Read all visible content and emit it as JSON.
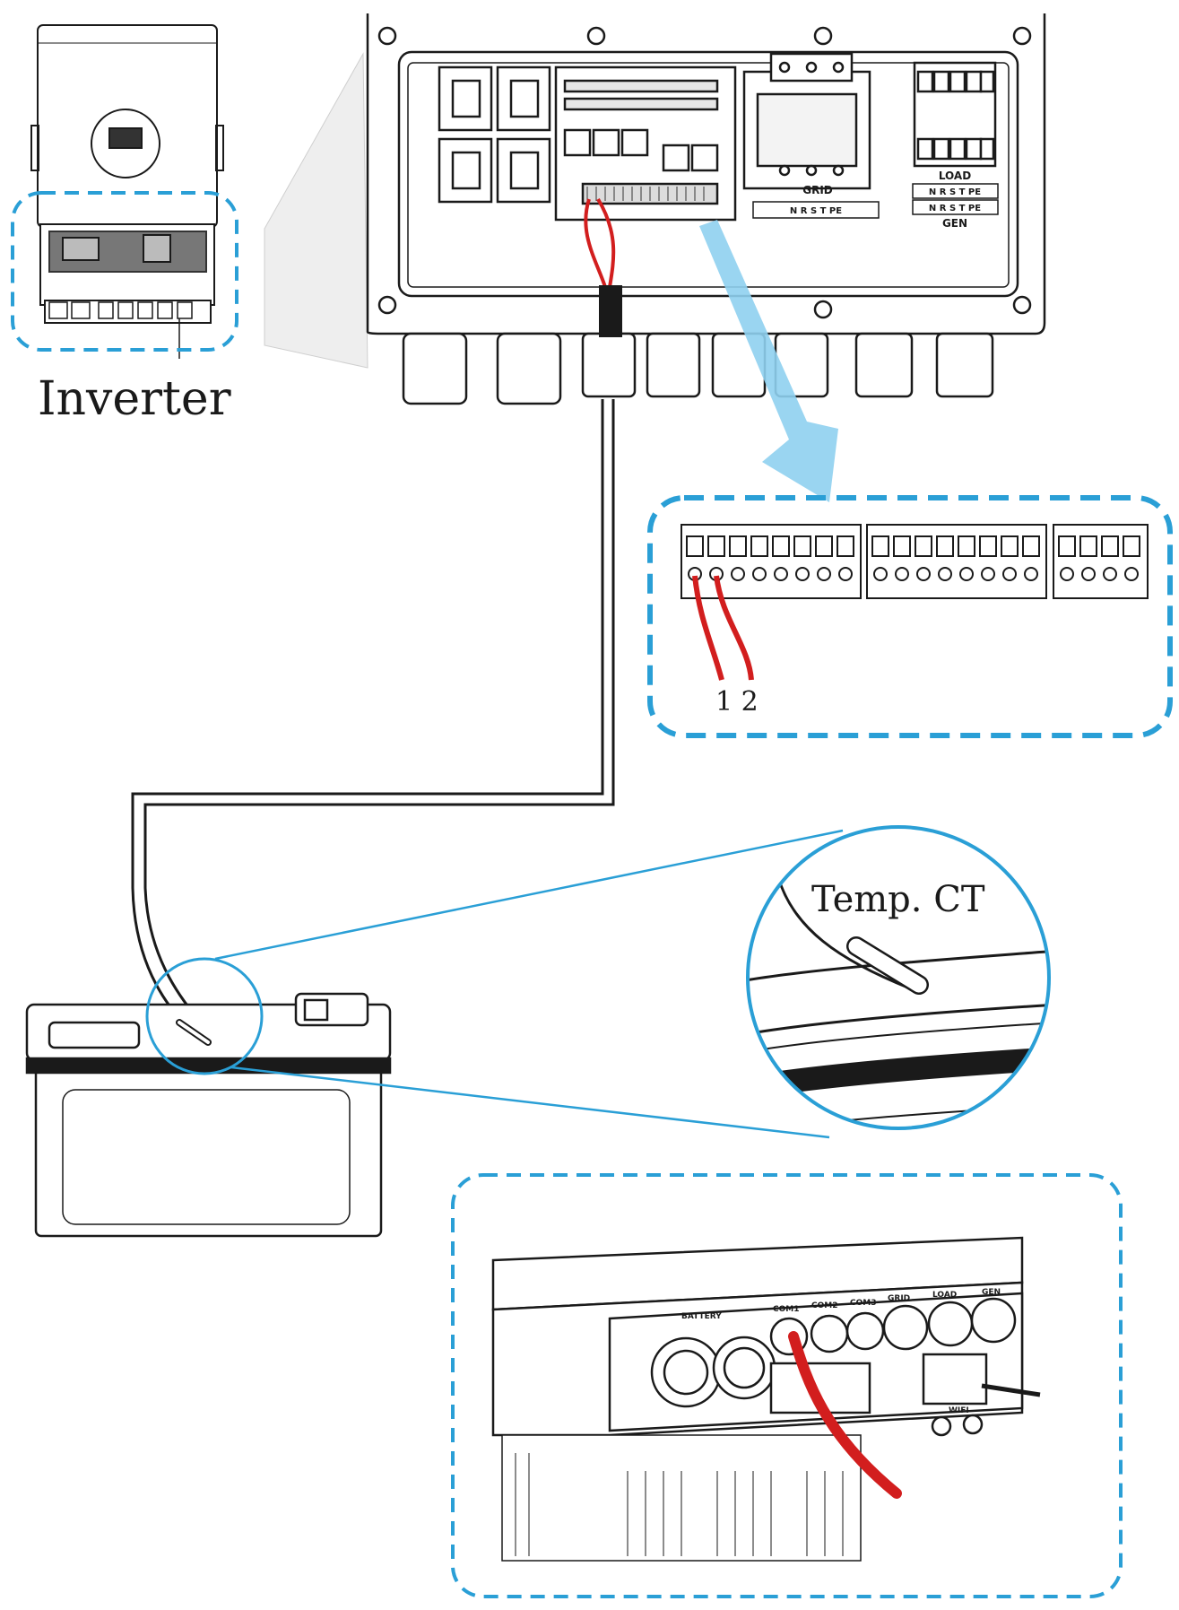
{
  "labels": {
    "inverter": "Inverter",
    "terminal_numbers": "1 2",
    "temp_ct": "Temp. CT",
    "grid": "GRID",
    "load": "LOAD",
    "gen": "GEN",
    "grid_phases": "N R S T PE",
    "load_phases": "N R S T PE",
    "gen_phases": "N R S T PE"
  },
  "bottom_ports": {
    "battery": "BATTERY",
    "com1": "COM1",
    "com2": "COM2",
    "com3": "COM3",
    "grid": "GRID",
    "load": "LOAD",
    "gen": "GEN",
    "wifi": "WIFI"
  },
  "colors": {
    "accent_blue": "#2a9fd6",
    "arrow_blue": "#8fd0f0",
    "wire_red": "#d21e1e",
    "line": "#1a1a1a"
  }
}
